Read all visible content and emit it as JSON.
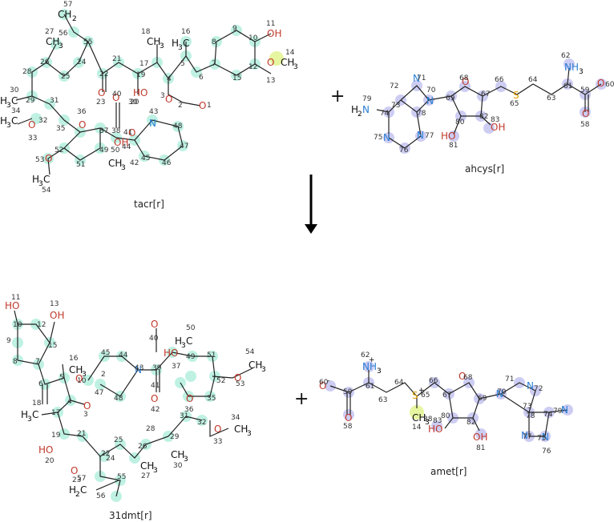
{
  "reaction": {
    "reactants": [
      {
        "id": "tacr[r]",
        "label": "tacr[r]"
      },
      {
        "id": "ahcys[r]",
        "label": "ahcys[r]"
      }
    ],
    "products": [
      {
        "id": "31dmt[r]",
        "label": "31dmt[r]"
      },
      {
        "id": "amet[r]",
        "label": "amet[r]"
      }
    ],
    "operator_plus": "+"
  },
  "highlight_colors": {
    "carbon": "#b9f0e0",
    "nitrogen_oxygen": "#c8c8f2",
    "sulfur_methyl": "#e6f5a0"
  }
}
